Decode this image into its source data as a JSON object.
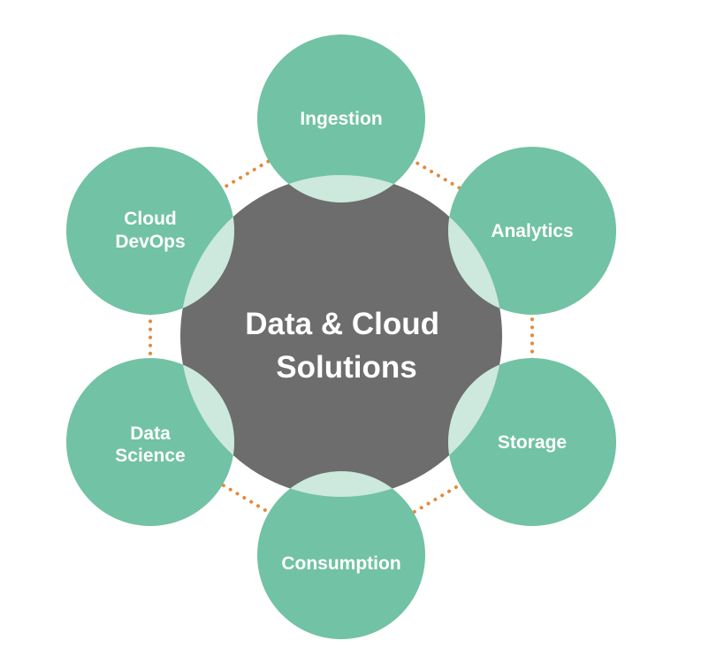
{
  "diagram": {
    "center": {
      "lines": [
        "Data & Cloud",
        "Solutions"
      ]
    },
    "satellites": [
      {
        "id": "ingestion",
        "lines": [
          "Ingestion"
        ]
      },
      {
        "id": "analytics",
        "lines": [
          "Analytics"
        ]
      },
      {
        "id": "storage",
        "lines": [
          "Storage"
        ]
      },
      {
        "id": "consumption",
        "lines": [
          "Consumption"
        ]
      },
      {
        "id": "data-science",
        "lines": [
          "Data",
          "Science"
        ]
      },
      {
        "id": "cloud-devops",
        "lines": [
          "Cloud",
          "DevOps"
        ]
      }
    ]
  },
  "colors": {
    "satellite": "#72c2a5",
    "overlap": "#cde8dd",
    "center": "#6d6d6d",
    "dots": "#e38a3f",
    "text": "#ffffff"
  }
}
